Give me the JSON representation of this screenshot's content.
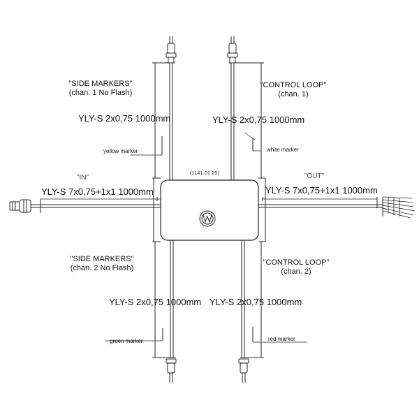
{
  "diagram": {
    "part_code": "(1141.01.25)",
    "input_label": "\"IN\"",
    "output_label": "\"OUT\"",
    "input_cable": "YLY-S 7x0,75+1x1 1000mm",
    "output_cable": "YLY-S 7x0,75+1x1 1000mm",
    "top_left": {
      "title_line1": "\"SIDE MARKERS\"",
      "title_line2": "(chan. 1 No Flash)",
      "cable": "YLY-S 2x0,75 1000mm",
      "marker": "yellow marker"
    },
    "top_right": {
      "title_line1": "\"CONTROL LOOP\"",
      "title_line2": "(chan. 1)",
      "cable": "YLY-S 2x0,75 1000mm",
      "marker": "white marker"
    },
    "bottom_left": {
      "title_line1": "\"SIDE MARKERS\"",
      "title_line2": "(chan. 2 No Flash)",
      "cable": "YLY-S 2x0,75 1000mm",
      "marker": "green marker"
    },
    "bottom_right": {
      "title_line1": "\"CONTROL LOOP\"",
      "title_line2": "(chan. 2)",
      "cable": "YLY-S 2x0,75 1000mm",
      "marker": "red marker"
    },
    "logo_icon": "wk-logo-icon",
    "line_color": "#222222"
  }
}
